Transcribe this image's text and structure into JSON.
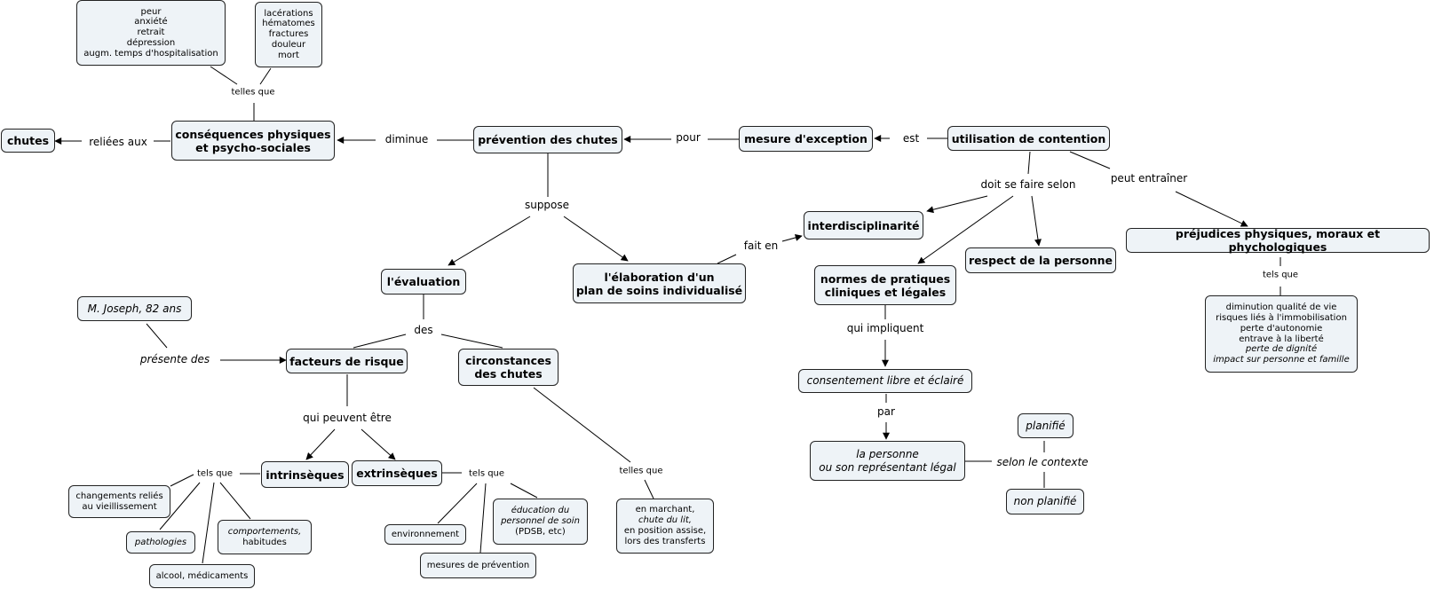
{
  "nodes": {
    "chutes": "chutes",
    "consequences": [
      "conséquences physiques",
      "et psycho-sociales"
    ],
    "consequences_examples_1": [
      "peur",
      "anxiété",
      "retrait",
      "dépression",
      "augm. temps d'hospitalisation"
    ],
    "consequences_examples_2": [
      "lacérations",
      "hématomes",
      "fractures",
      "douleur",
      "mort"
    ],
    "prevention": "prévention des chutes",
    "mesure_exception": "mesure d'exception",
    "contention": "utilisation de contention",
    "interdisciplinarite": "interdisciplinarité",
    "normes": [
      "normes de pratiques",
      "cliniques et légales"
    ],
    "respect": "respect de la personne",
    "prejudices": "préjudices physiques, moraux et phychologiques",
    "prejudices_examples": [
      "diminution qualité de vie",
      "risques liés à l'immobilisation",
      "perte d'autonomie",
      "entrave à la liberté",
      "perte de dignité",
      "impact sur personne et famille"
    ],
    "evaluation": "l'évaluation",
    "elaboration": [
      "l'élaboration d'un",
      "plan de soins individualisé"
    ],
    "patient": "M. Joseph, 82 ans",
    "facteurs": "facteurs de risque",
    "circonstances": [
      "circonstances",
      "des chutes"
    ],
    "intrinseques": "intrinsèques",
    "extrinseques": "extrinsèques",
    "vieillissement": [
      "changements reliés",
      "au vieillissement"
    ],
    "pathologies": "pathologies",
    "comportements": [
      "comportements,",
      "habitudes"
    ],
    "alcool": "alcool, médicaments",
    "environnement": "environnement",
    "mesures_prevention": "mesures de prévention",
    "education": [
      "éducation du",
      "personnel de soin",
      "(PDSB, etc)"
    ],
    "circonstances_examples": [
      "en marchant,",
      "chute du lit,",
      "en position assise,",
      "lors des transferts"
    ],
    "consentement": "consentement libre et éclairé",
    "personne": [
      "la personne",
      "ou son représentant légal"
    ],
    "planifie": "planifié",
    "non_planifie": "non planifié"
  },
  "links": {
    "reliees_aux": "reliées aux",
    "diminue": "diminue",
    "telles_que_1": "telles que",
    "pour": "pour",
    "est": "est",
    "suppose": "suppose",
    "fait_en": "fait en",
    "doit_se_faire_selon": "doit se faire selon",
    "peut_entrainer": "peut entraîner",
    "tels_que_prej": "tels que",
    "des": "des",
    "presente_des": "présente des",
    "qui_peuvent_etre": "qui peuvent être",
    "tels_que_intr": "tels que",
    "tels_que_extr": "tels que",
    "telles_que_circ": "telles que",
    "qui_impliquent": "qui impliquent",
    "par": "par",
    "selon_le_contexte": "selon le contexte"
  }
}
